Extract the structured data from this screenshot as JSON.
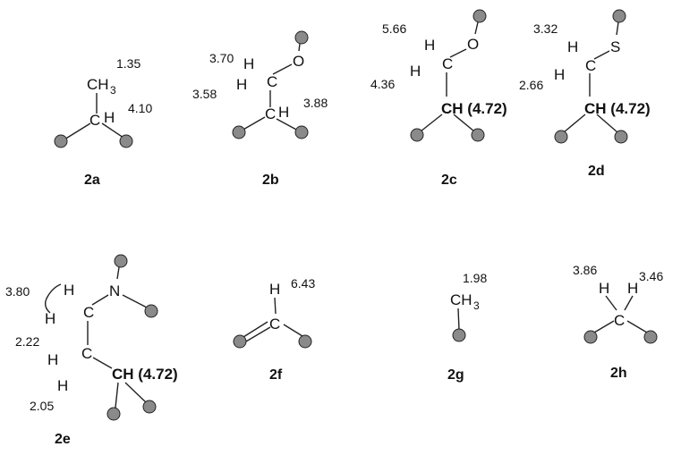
{
  "structures": {
    "s2a": {
      "label": "2a",
      "ch3": "CH",
      "ch3_sub": "3",
      "c": "C",
      "h": "H",
      "shift_ch3": "1.35",
      "shift_h": "4.10"
    },
    "s2b": {
      "label": "2b",
      "c1": "C",
      "o": "O",
      "h1": "H",
      "h2": "H",
      "c2": "C",
      "h3": "H",
      "shift_h1": "3.70",
      "shift_h2": "3.58",
      "shift_h3": "3.88"
    },
    "s2c": {
      "label": "2c",
      "c": "C",
      "o": "O",
      "h1": "H",
      "h2": "H",
      "ch": "CH (4.72)",
      "shift_h1": "5.66",
      "shift_h2": "4.36"
    },
    "s2d": {
      "label": "2d",
      "c": "C",
      "s": "S",
      "h1": "H",
      "h2": "H",
      "ch": "CH (4.72)",
      "shift_h1": "3.32",
      "shift_h2": "2.66"
    },
    "s2e": {
      "label": "2e",
      "n": "N",
      "c1": "C",
      "h1": "H",
      "h2": "H",
      "c2": "C",
      "h3": "H",
      "h4": "H",
      "ch": "CH (4.72)",
      "shift_a": "3.80",
      "shift_b": "2.22",
      "shift_c": "2.05"
    },
    "s2f": {
      "label": "2f",
      "c": "C",
      "h": "H",
      "shift_h": "6.43"
    },
    "s2g": {
      "label": "2g",
      "ch3": "CH",
      "ch3_sub": "3",
      "shift": "1.98"
    },
    "s2h": {
      "label": "2h",
      "c": "C",
      "h1": "H",
      "h2": "H",
      "shift_h1": "3.86",
      "shift_h2": "3.46"
    }
  }
}
